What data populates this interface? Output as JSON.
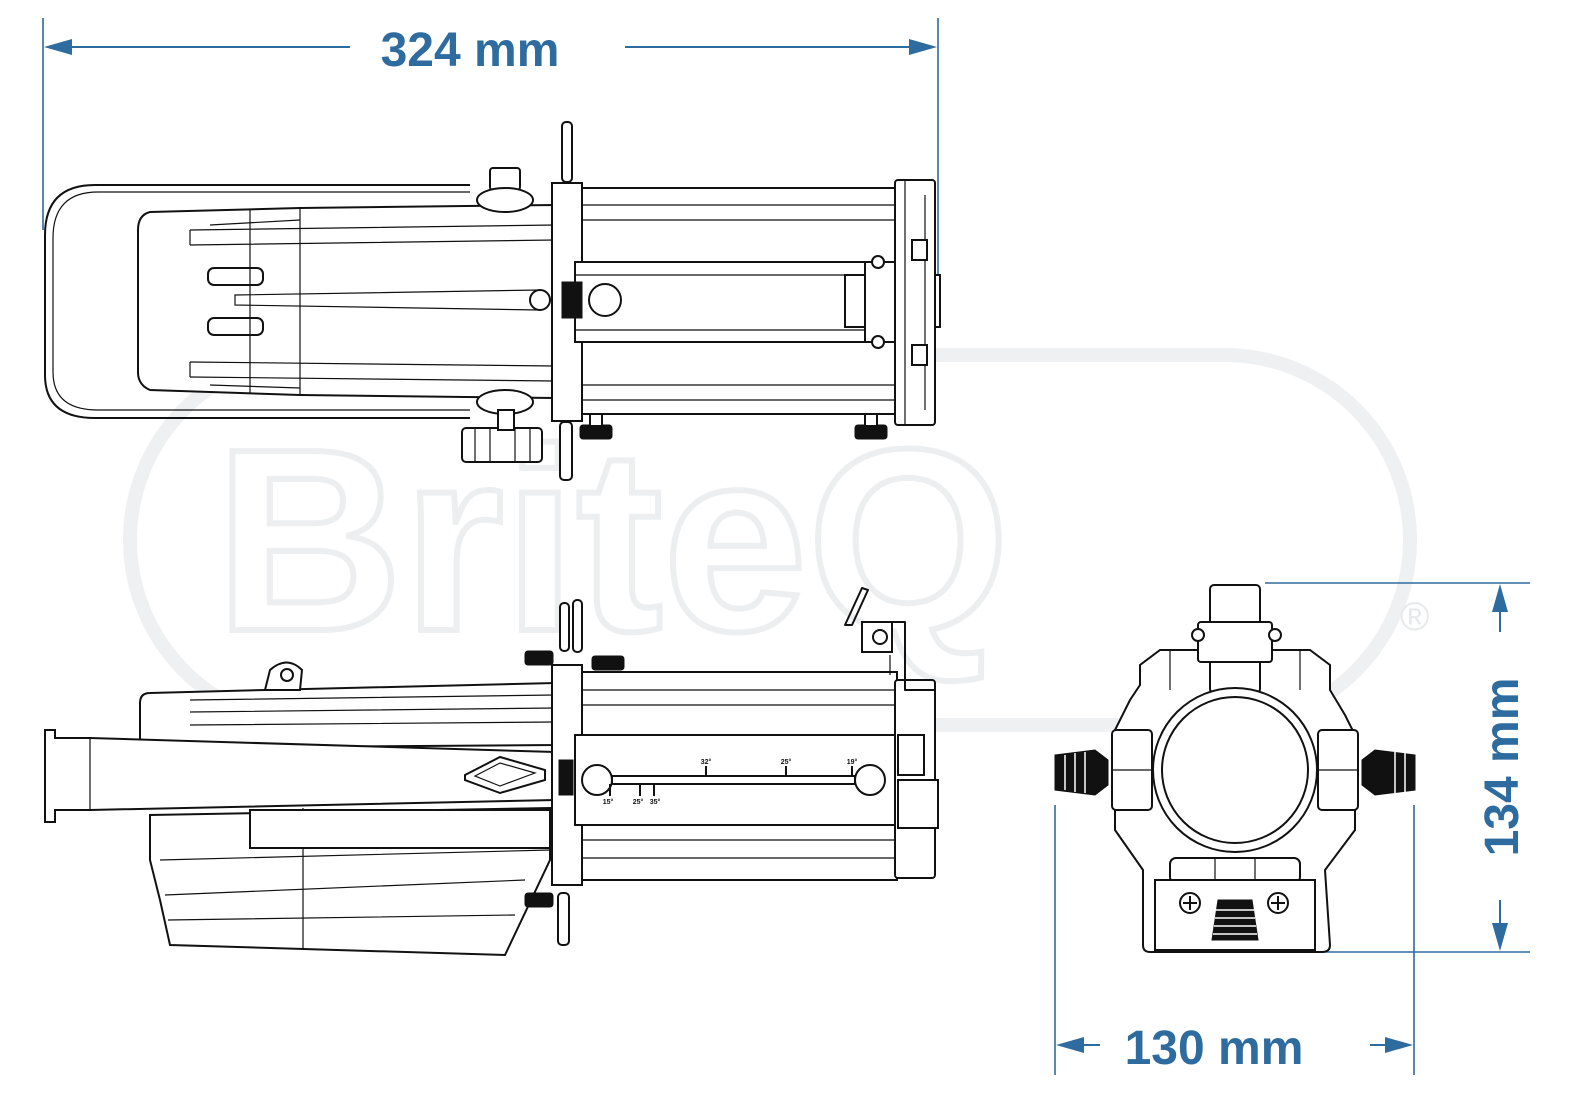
{
  "dimensions": {
    "length": "324 mm",
    "width": "130 mm",
    "height": "134 mm"
  },
  "watermark": {
    "brand": "BriteQ",
    "registered": "®"
  },
  "zoom_scale": {
    "upper": [
      "32°",
      "25°",
      "19°"
    ],
    "lower": [
      "15°",
      "25°",
      "35°"
    ]
  },
  "colors": {
    "dimension": "#2e6b9e",
    "line": "#111111",
    "watermark": "#eceef0"
  }
}
